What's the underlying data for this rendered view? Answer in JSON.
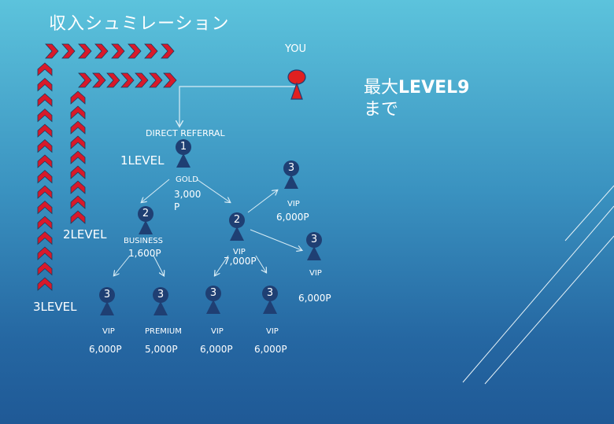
{
  "title": "収入シュミレーション",
  "you_label": "YOU",
  "max_level": {
    "line1": "最大",
    "line1_bold": "LEVEL9",
    "line2": "まで"
  },
  "levels": {
    "level1": "1LEVEL",
    "level2": "2LEVEL",
    "level3": "3LEVEL"
  },
  "direct_referral": "DIRECT REFERRAL",
  "nodes": [
    {
      "number": "1"
    },
    {
      "number": "2"
    },
    {
      "number": "2"
    },
    {
      "number": "3"
    },
    {
      "number": "3"
    },
    {
      "number": "3"
    },
    {
      "number": "3"
    },
    {
      "number": "3"
    },
    {
      "number": "3"
    }
  ],
  "labels": {
    "gold": "GOLD",
    "gold_amount_1": "3,000",
    "gold_amount_2": "P",
    "business": "BUSINESS",
    "business_amount": "1,600P",
    "vip_mid": "VIP",
    "vip_mid_amount": "7,000P",
    "vip_top": "VIP",
    "vip_top_amount": "6,000P",
    "vip_right": "VIP",
    "vip_right_amount": "6,000P",
    "bottom": [
      {
        "rank": "VIP",
        "amount": "6,000P"
      },
      {
        "rank": "PREMIUM",
        "amount": "5,000P"
      },
      {
        "rank": "VIP",
        "amount": "6,000P"
      },
      {
        "rank": "VIP",
        "amount": "6,000P"
      }
    ]
  },
  "colors": {
    "node_blue": "#1f3f73",
    "you_red": "#e02020",
    "chevron_red": "#d8192a"
  }
}
